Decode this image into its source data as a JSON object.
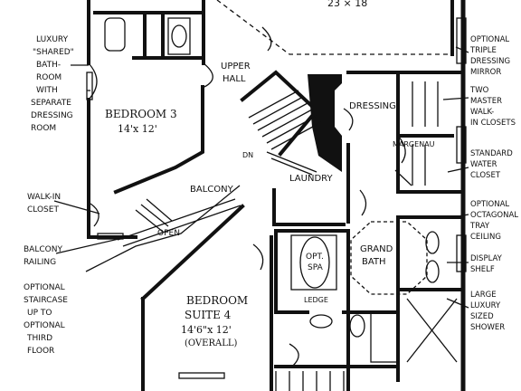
{
  "top": {
    "dimension": "23 × 18"
  },
  "rooms": {
    "bedroom3": {
      "name": "BEDROOM 3",
      "size": "14'x 12'"
    },
    "bedroom4": {
      "name": "BEDROOM",
      "name2": "SUITE 4",
      "size": "14'6\"x 12'",
      "note": "(OVERALL)"
    },
    "upper_hall": {
      "line1": "UPPER",
      "line2": "HALL"
    },
    "dressing": "DRESSING",
    "laundry": "LAUNDRY",
    "balcony": "BALCONY",
    "open": "OPEN",
    "dn": "DN",
    "grand_bath": {
      "line1": "GRAND",
      "line2": "BATH"
    },
    "spa": {
      "line1": "OPT.",
      "line2": "SPA"
    },
    "ledge": "LEDGE",
    "margenau": "MARGENAU"
  },
  "callouts_left": [
    [
      "LUXURY",
      "\"SHARED\"",
      "BATH-",
      "ROOM",
      "WITH",
      "SEPARATE",
      "DRESSING",
      "ROOM"
    ],
    [
      "WALK-IN",
      "CLOSET"
    ],
    [
      "BALCONY",
      "RAILING"
    ],
    [
      "OPTIONAL",
      "STAIRCASE",
      "UP TO",
      "OPTIONAL",
      "THIRD",
      "FLOOR"
    ]
  ],
  "callouts_right": [
    [
      "OPTIONAL",
      "TRIPLE",
      "DRESSING",
      "MIRROR"
    ],
    [
      "TWO",
      "MASTER",
      "WALK-",
      "IN CLOSETS"
    ],
    [
      "STANDARD",
      "WATER",
      "CLOSET"
    ],
    [
      "OPTIONAL",
      "OCTAGONAL",
      "TRAY",
      "CEILING"
    ],
    [
      "DISPLAY",
      "SHELF"
    ],
    [
      "LARGE",
      "LUXURY",
      "SIZED",
      "SHOWER"
    ]
  ]
}
